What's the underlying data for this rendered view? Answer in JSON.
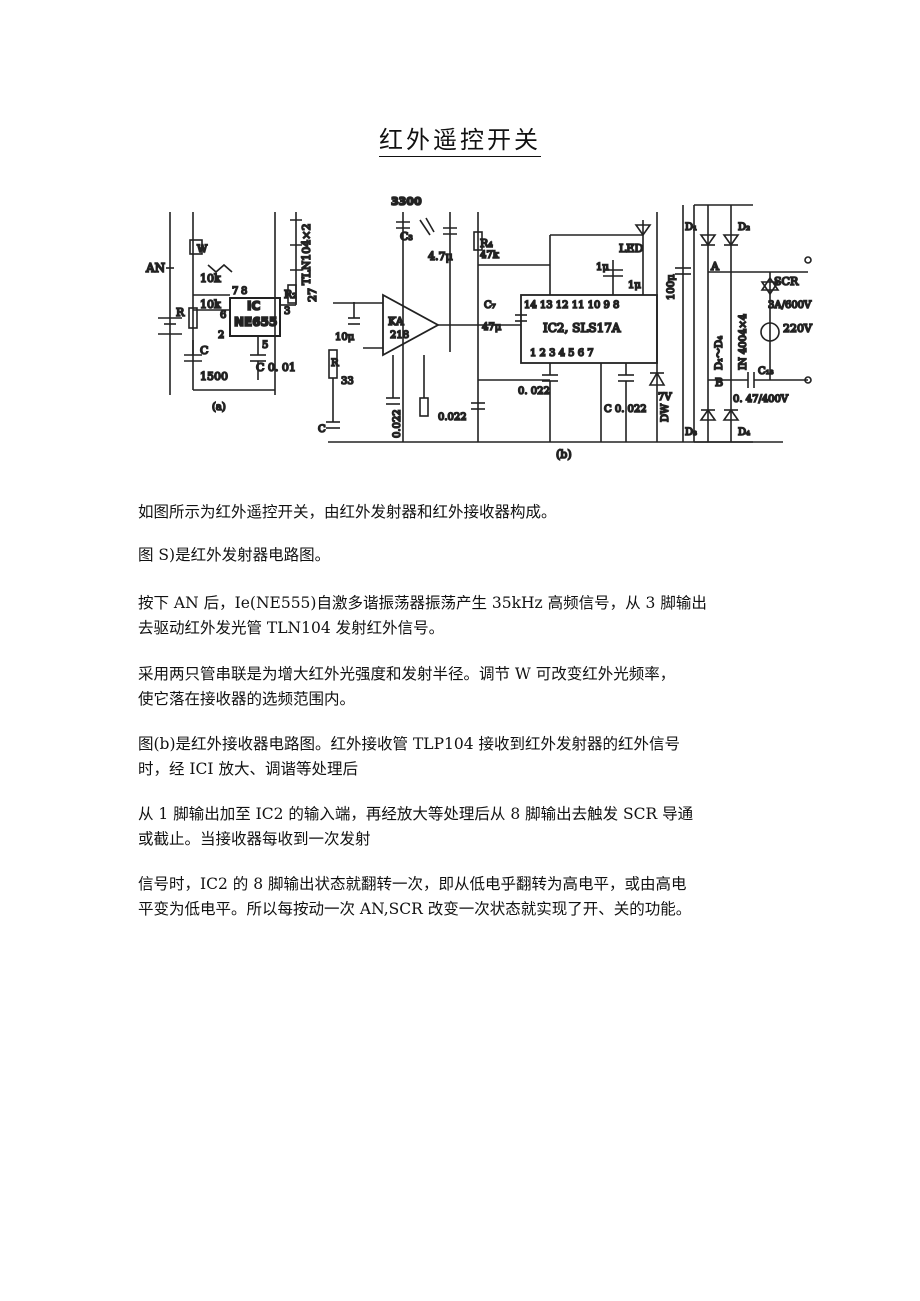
{
  "title": "红外遥控开关",
  "figure": {
    "label_3300": "3300",
    "ic1": "IC",
    "ic1_type": "NE655",
    "an": "AN",
    "w": "W",
    "r10k": "10k",
    "r10k_b": "10k",
    "r1": "R",
    "c1": "C",
    "c1500": "1500",
    "c0_01": "C 0. 01",
    "tln": "TLN104×2",
    "r2": "R₂",
    "n27": "27",
    "pin7": "7",
    "pin8": "8",
    "pin2": "2",
    "pin6": "6",
    "pin3": "3",
    "pin5": "5",
    "cap_a": "(a)",
    "c3": "C₃",
    "c3_47": "4.7μ",
    "r4": "R₄",
    "r4_47k": "47k",
    "ka": "KA",
    "ic_218": "218",
    "c_10u": "10μ",
    "r3": "R",
    "r_33": "33",
    "c_low": "C",
    "c4_022": "0.022",
    "c4b_022": "0.022",
    "c7": "C₇",
    "c7_47u": "47μ",
    "ic2": "IC2, SLS17A",
    "pins_top": "14 13 12 11 10  9  8",
    "pins_bottom": "1  2  3  4  5  6  7",
    "c_0022a": "0. 022",
    "c_0022b": "C 0. 022",
    "led": "LED",
    "one_u": "1μ",
    "one_u2": "1μ",
    "c_100u": "100μ",
    "dw": "DW",
    "v7": "7V",
    "d1": "D₁",
    "d2": "D₂",
    "d3": "D₃",
    "d4": "D₄",
    "range": "D₁～D₄",
    "in4004": "IN 4004×4",
    "a": "A",
    "b": "B",
    "scr": "SCR",
    "rating": "3A/600V",
    "v220": "220V",
    "c13": "C₁₃",
    "c13_val": "0. 47/400V",
    "cap_b": "(b)"
  },
  "paragraphs": [
    {
      "lines": [
        "如图所示为红外遥控开关，由红外发射器和红外接收器构成。"
      ]
    },
    {
      "lines": [
        "图 S)是红外发射器电路图。"
      ]
    },
    {
      "lines": [
        "按下 AN 后，Ie(NE555)自激多谐振荡器振荡产生 35kHz 高频信号，从 3 脚输出",
        "去驱动红外发光管 TLN104 发射红外信号。"
      ]
    },
    {
      "lines": [
        "采用两只管串联是为增大红外光强度和发射半径。调节 W 可改变红外光频率，",
        "使它落在接收器的选频范围内。"
      ]
    },
    {
      "lines": [
        "图(b)是红外接收器电路图。红外接收管 TLP104 接收到红外发射器的红外信号",
        "时，经 ICI 放大、调谐等处理后"
      ]
    },
    {
      "lines": [
        "从 1 脚输出加至 IC2 的输入端，再经放大等处理后从 8 脚输出去触发 SCR 导通",
        "或截止。当接收器每收到一次发射"
      ]
    },
    {
      "lines": [
        "信号时，IC2 的 8 脚输出状态就翻转一次，即从低电乎翻转为高电平，或由高电",
        "平变为低电平。所以每按动一次 AN,SCR 改变一次状态就实现了开、关的功能。"
      ]
    }
  ]
}
